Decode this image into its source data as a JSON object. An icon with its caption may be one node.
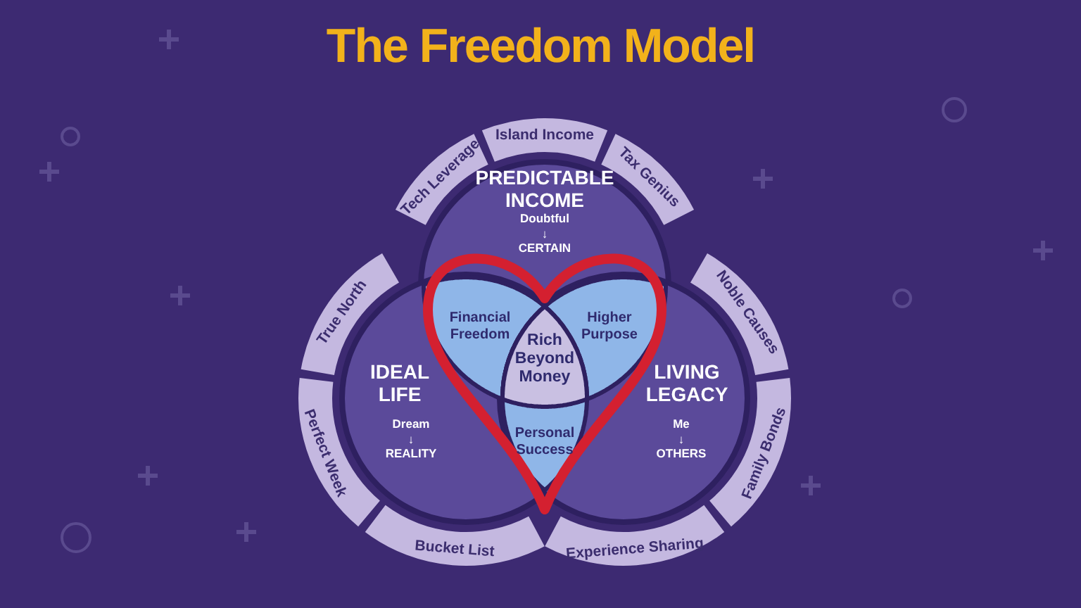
{
  "diagram": {
    "title": "The Freedom Model",
    "nodes": [
      {
        "text": [
          "PREDICTABLE INCOME",
          "Doubtful ↓ CERTAIN"
        ]
      },
      {
        "text": [
          "IDEAL LIFE",
          "Dream ↓ REALITY"
        ]
      },
      {
        "text": [
          "LIVING LEGACY",
          "Me ↓ OTHERS"
        ]
      },
      {
        "text": [
          "Financial Freedom"
        ]
      },
      {
        "text": [
          "Higher Purpose"
        ]
      },
      {
        "text": [
          "Rich Beyond Money"
        ]
      },
      {
        "text": [
          "Personal Success"
        ]
      },
      {
        "text": [
          "Island Income"
        ]
      },
      {
        "text": [
          "Tech Leverage"
        ]
      },
      {
        "text": [
          "Tax Genius"
        ]
      },
      {
        "text": [
          "True North"
        ]
      },
      {
        "text": [
          "Noble Causes"
        ]
      },
      {
        "text": [
          "Perfect Week"
        ]
      },
      {
        "text": [
          "Family Bonds"
        ]
      },
      {
        "text": [
          "Bucket List"
        ]
      },
      {
        "text": [
          "Experience Sharing"
        ]
      }
    ]
  }
}
